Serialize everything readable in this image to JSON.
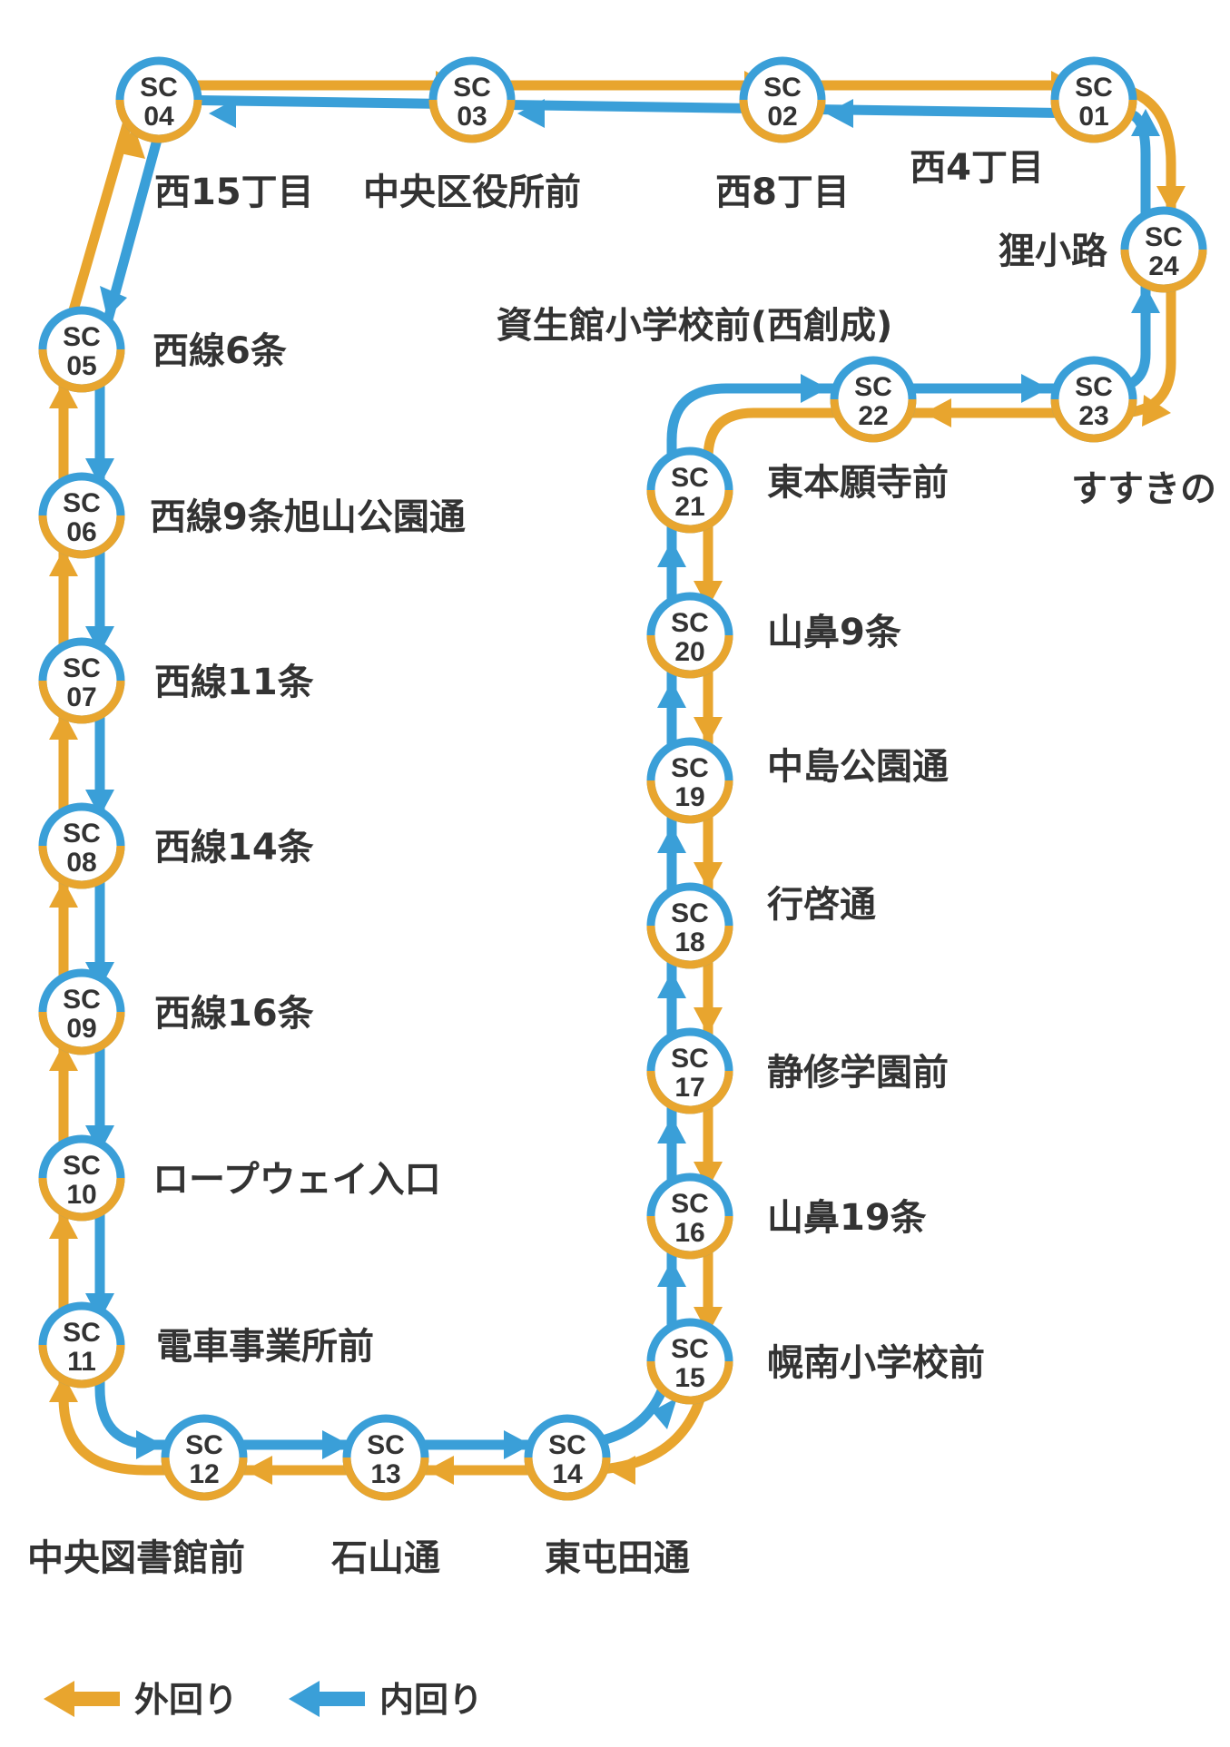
{
  "colors": {
    "outer_loop": "#E8A52E",
    "inner_loop": "#3A9FD8",
    "text": "#333333",
    "station_fill": "#ffffff"
  },
  "stations": [
    {
      "code_prefix": "SC",
      "number": "01",
      "name": "西4丁目"
    },
    {
      "code_prefix": "SC",
      "number": "02",
      "name": "西8丁目"
    },
    {
      "code_prefix": "SC",
      "number": "03",
      "name": "中央区役所前"
    },
    {
      "code_prefix": "SC",
      "number": "04",
      "name": "西15丁目"
    },
    {
      "code_prefix": "SC",
      "number": "05",
      "name": "西線6条"
    },
    {
      "code_prefix": "SC",
      "number": "06",
      "name": "西線9条旭山公園通"
    },
    {
      "code_prefix": "SC",
      "number": "07",
      "name": "西線11条"
    },
    {
      "code_prefix": "SC",
      "number": "08",
      "name": "西線14条"
    },
    {
      "code_prefix": "SC",
      "number": "09",
      "name": "西線16条"
    },
    {
      "code_prefix": "SC",
      "number": "10",
      "name": "ロープウェイ入口"
    },
    {
      "code_prefix": "SC",
      "number": "11",
      "name": "電車事業所前"
    },
    {
      "code_prefix": "SC",
      "number": "12",
      "name": "中央図書館前"
    },
    {
      "code_prefix": "SC",
      "number": "13",
      "name": "石山通"
    },
    {
      "code_prefix": "SC",
      "number": "14",
      "name": "東屯田通"
    },
    {
      "code_prefix": "SC",
      "number": "15",
      "name": "幌南小学校前"
    },
    {
      "code_prefix": "SC",
      "number": "16",
      "name": "山鼻19条"
    },
    {
      "code_prefix": "SC",
      "number": "17",
      "name": "静修学園前"
    },
    {
      "code_prefix": "SC",
      "number": "18",
      "name": "行啓通"
    },
    {
      "code_prefix": "SC",
      "number": "19",
      "name": "中島公園通"
    },
    {
      "code_prefix": "SC",
      "number": "20",
      "name": "山鼻9条"
    },
    {
      "code_prefix": "SC",
      "number": "21",
      "name": "東本願寺前"
    },
    {
      "code_prefix": "SC",
      "number": "22",
      "name": "資生館小学校前(西創成)"
    },
    {
      "code_prefix": "SC",
      "number": "23",
      "name": "すすきの"
    },
    {
      "code_prefix": "SC",
      "number": "24",
      "name": "狸小路"
    }
  ],
  "legend": {
    "outer_label": "外回り",
    "inner_label": "内回り"
  }
}
